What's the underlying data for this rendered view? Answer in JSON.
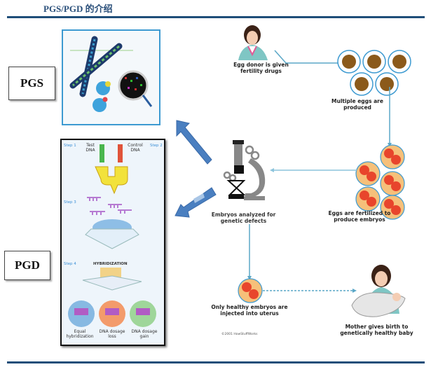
{
  "header": {
    "title": "PGS/PGD 的介绍"
  },
  "labels": {
    "pgs": "PGS",
    "pgd": "PGD"
  },
  "pgd_panel": {
    "step1": "Step 1",
    "step2": "Step 2",
    "step3": "Step 3",
    "step4": "Step 4",
    "test_dna": "Test DNA",
    "control_dna": "Control DNA",
    "hybridization": "HYBRIDIZATION",
    "outcomes": [
      "Equal hybridization",
      "DNA dosage loss",
      "DNA dosage gain"
    ]
  },
  "flow": {
    "donor": "Egg donor is given fertility drugs",
    "eggs": "Multiple eggs are produced",
    "fertilized": "Eggs are fertilized to produce embryos",
    "analyzed": "Embryos analyzed for genetic defects",
    "injected": "Only healthy embryos are injected into uterus",
    "birth": "Mother gives birth to genetically healthy baby",
    "copyright": "©2001 HowStuffWorks"
  },
  "colors": {
    "accent": "#1f4e79",
    "arrow": "#4a7fc0",
    "egg": "#8b5a1b",
    "embryo": "#e8452c",
    "flowline": "#5aa7c7"
  }
}
